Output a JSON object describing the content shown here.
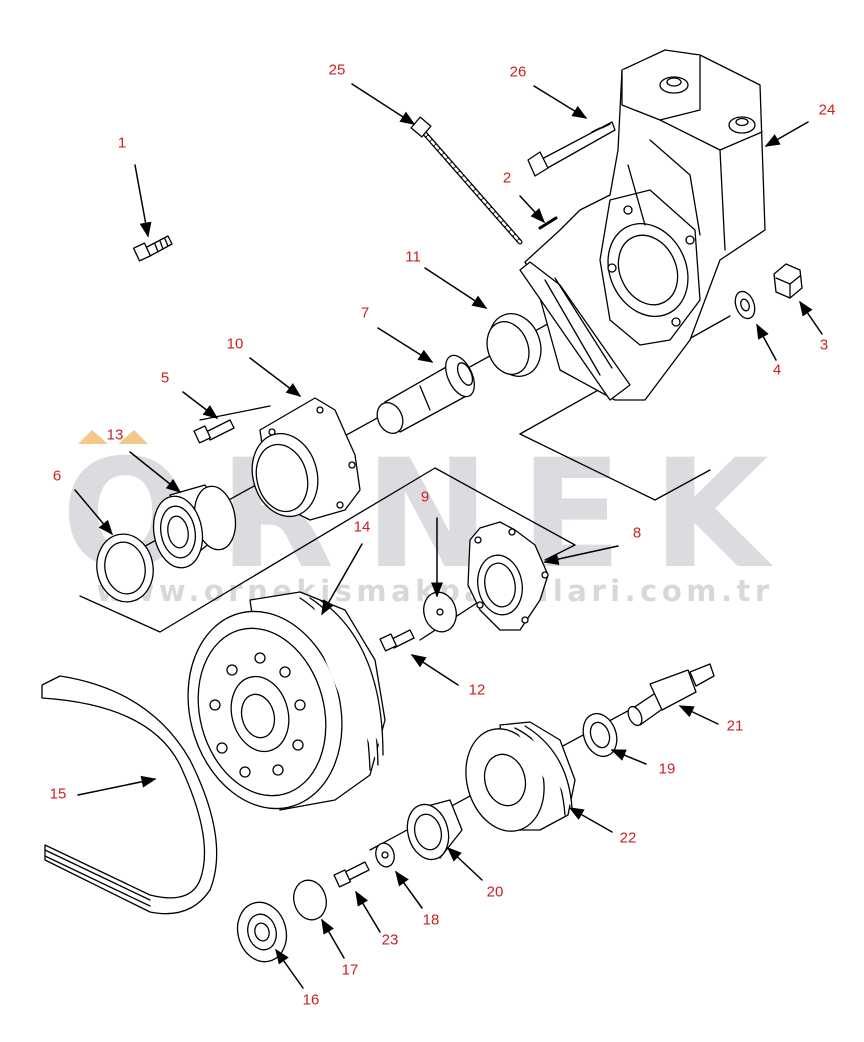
{
  "watermark": {
    "brand": "ORNEK",
    "url": "www.ornekismakparcalari.com.tr",
    "accent_color": "#f2c98a",
    "text_color": "#dcdce0"
  },
  "diagram": {
    "line_color": "#000000",
    "label_color": "#cc1f1f",
    "callouts": [
      "1",
      "2",
      "3",
      "4",
      "5",
      "6",
      "7",
      "8",
      "9",
      "10",
      "11",
      "12",
      "13",
      "14",
      "15",
      "16",
      "17",
      "18",
      "19",
      "20",
      "21",
      "22",
      "23",
      "24",
      "25",
      "26"
    ]
  }
}
